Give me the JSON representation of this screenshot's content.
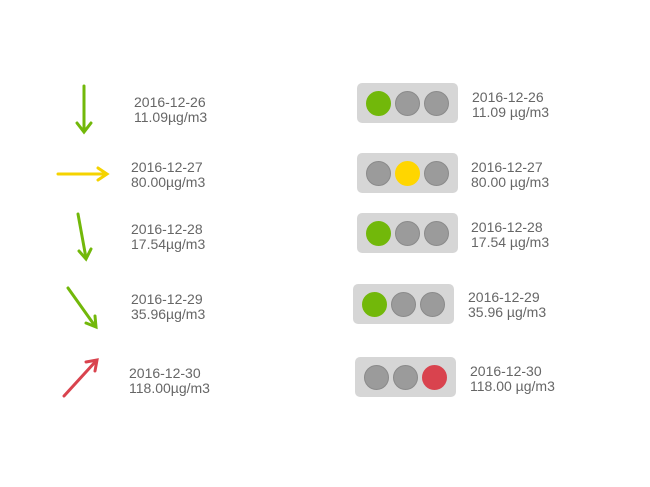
{
  "colors": {
    "green": "#72b80a",
    "yellow": "#ffd600",
    "red": "#d9434e",
    "gray": "#9b9b9b"
  },
  "left_rows": [
    {
      "date": "2016-12-26",
      "value": "11.09µg/m3",
      "trend": "down",
      "color": "#72b80a"
    },
    {
      "date": "2016-12-27",
      "value": "80.00µg/m3",
      "trend": "flat",
      "color": "#f5d300"
    },
    {
      "date": "2016-12-28",
      "value": "17.54µg/m3",
      "trend": "down",
      "color": "#72b80a"
    },
    {
      "date": "2016-12-29",
      "value": "35.96µg/m3",
      "trend": "down-right",
      "color": "#72b80a"
    },
    {
      "date": "2016-12-30",
      "value": "118.00µg/m3",
      "trend": "up-right",
      "color": "#d9434e"
    }
  ],
  "right_rows": [
    {
      "date": "2016-12-26",
      "value": "11.09 µg/m3",
      "active_light": 0
    },
    {
      "date": "2016-12-27",
      "value": "80.00 µg/m3",
      "active_light": 1
    },
    {
      "date": "2016-12-28",
      "value": "17.54 µg/m3",
      "active_light": 0
    },
    {
      "date": "2016-12-29",
      "value": "35.96 µg/m3",
      "active_light": 0
    },
    {
      "date": "2016-12-30",
      "value": "118.00 µg/m3",
      "active_light": 2
    }
  ]
}
